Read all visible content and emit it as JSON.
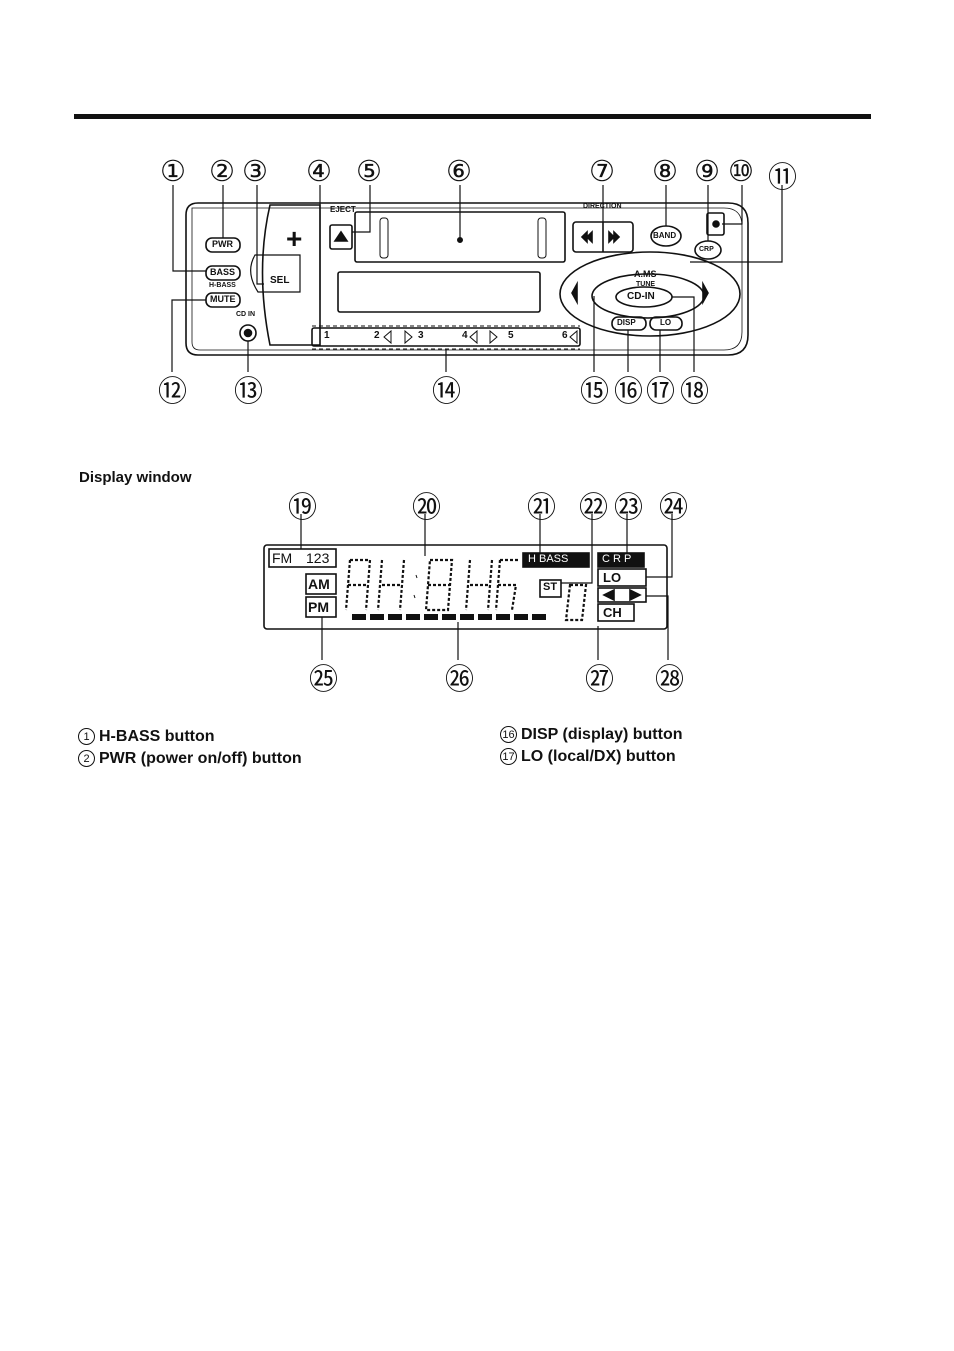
{
  "device_labels": {
    "eject": "EJECT",
    "direction": "DIRECTION",
    "pwr": "PWR",
    "bass": "BASS",
    "hbass_small": "H-BASS",
    "mute": "MUTE",
    "sel": "SEL",
    "cd_in": "CD IN",
    "band": "BAND",
    "crp": "CRP",
    "ams": "A.MS",
    "tune": "TUNE",
    "cdin_button": "CD-IN",
    "disp": "DISP",
    "lo": "LO",
    "plus": "+",
    "presets": [
      "1",
      "2",
      "3",
      "4",
      "5",
      "6"
    ]
  },
  "callouts_top": [
    "①",
    "②",
    "③",
    "④",
    "⑤",
    "⑥",
    "⑦",
    "⑧",
    "⑨",
    "⑩",
    "⑪"
  ],
  "callouts_bottom": [
    "⑫",
    "⑬",
    "⑭",
    "⑮",
    "⑯",
    "⑰",
    "⑱"
  ],
  "display_section_title": "Display window",
  "display_labels": {
    "fm": "FM",
    "bands": "123",
    "am": "AM",
    "pm": "PM",
    "hbass": "H BASS",
    "st": "ST",
    "crp": "C R P",
    "lo": "LO",
    "ch": "CH"
  },
  "callouts_display_top": [
    "⑲",
    "⑳",
    "㉑",
    "㉒",
    "㉓",
    "㉔"
  ],
  "callouts_display_bottom": [
    "㉕",
    "㉖",
    "㉗",
    "㉘"
  ],
  "legend": [
    {
      "num": "1",
      "text": "H-BASS button"
    },
    {
      "num": "2",
      "text": "PWR (power on/off) button"
    },
    {
      "num": "16",
      "text": "DISP (display) button"
    },
    {
      "num": "17",
      "text": "LO (local/DX) button"
    }
  ]
}
